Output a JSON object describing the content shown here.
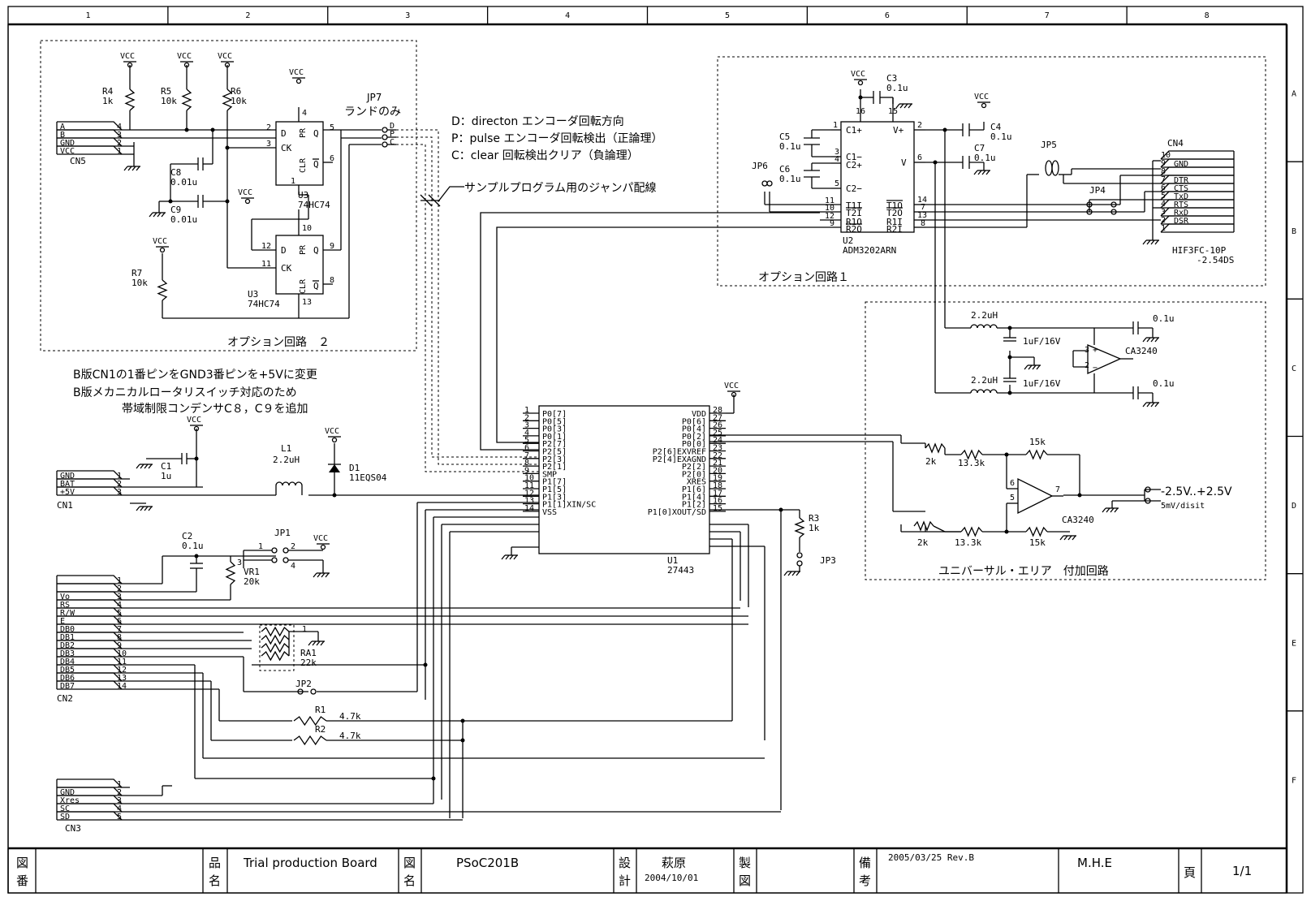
{
  "frame": {
    "cols": [
      "1",
      "2",
      "3",
      "4",
      "5",
      "6",
      "7",
      "8"
    ],
    "rows": [
      "A",
      "B",
      "C",
      "D",
      "E",
      "F"
    ]
  },
  "title_block": {
    "zuban_label": "図番",
    "hinmei_label": "品名",
    "hinmei_value": "Trial production Board",
    "zumei_label": "図名",
    "zumei_value": "PSoC201B",
    "sekkei_label": "設計",
    "sekkei_name": "萩原",
    "sekkei_date": "2004/10/01",
    "seizu_label": "製図",
    "biko_label": "備考",
    "biko_value": "2005/03/25 Rev.B",
    "company": "M.H.E",
    "page_label": "頁",
    "page_value": "1/1"
  },
  "notes": {
    "jp7_title": "JP7",
    "jp7_sub": "ランドのみ",
    "legend_d": "D：directon エンコーダ回転方向",
    "legend_p": "P：pulse エンコーダ回転検出（正論理）",
    "legend_c": "C：clear 回転検出クリア（負論理）",
    "jumper_note": "サンプルプログラム用のジャンパ配線",
    "rev_note_1": "B版CN1の1番ピンをGND3番ピンを+5Vに変更",
    "rev_note_2": "B版メカニカルロータリスイッチ対応のため",
    "rev_note_3": "帯域制限コンデンサC８，C９を追加",
    "opt1_title": "オプション回路１",
    "opt2_title": "オプション回路　２",
    "univ_title": "ユニバーサル・エリア　付加回路",
    "out_range": "-2.5V..+2.5V",
    "out_scale": "5mV/disit"
  },
  "parts": {
    "vcc": "VCC",
    "u1_name": "U1",
    "u1_part": "27443",
    "u2_name": "U2",
    "u2_part": "ADM3202ARN",
    "u3_name": "U3",
    "u3_part": "74HC74",
    "cn1": "CN1",
    "cn2": "CN2",
    "cn3": "CN3",
    "cn4": "CN4",
    "cn5": "CN5",
    "cn4_part_1": "HIF3FC-10P",
    "cn4_part_2": "-2.54DS",
    "r4": "R4",
    "r4v": "1k",
    "r5": "R5",
    "r5v": "10k",
    "r6": "R6",
    "r6v": "10k",
    "r7": "R7",
    "r7v": "10k",
    "c8": "C8",
    "c8v": "0.01u",
    "c9": "C9",
    "c9v": "0.01u",
    "c1": "C1",
    "c1v": "1u",
    "c2": "C2",
    "c2v": "0.1u",
    "c3": "C3",
    "c3v": "0.1u",
    "c4": "C4",
    "c4v": "0.1u",
    "c5": "C5",
    "c5v": "0.1u",
    "c6": "C6",
    "c6v": "0.1u",
    "c7": "C7",
    "c7v": "0.1u",
    "l1": "L1",
    "l1v": "2.2uH",
    "d1": "D1",
    "d1v": "11EQS04",
    "r3": "R3",
    "r3v": "1k",
    "vr1": "VR1",
    "vr1v": "20k",
    "ra1": "RA1",
    "ra1v": "22k",
    "r1": "R1",
    "r1v": "4.7k",
    "r2": "R2",
    "r2v": "4.7k",
    "jp1": "JP1",
    "jp2": "JP2",
    "jp3": "JP3",
    "jp4": "JP4",
    "jp5": "JP5",
    "jp6": "JP6",
    "ind": "2.2uH",
    "cap16": "1uF/16V",
    "cap01": "0.1u",
    "ca3240": "CA3240",
    "r15k": "15k",
    "r13k": "13.3k",
    "r2k": "2k"
  },
  "u1_left_pins": [
    {
      "num": "1",
      "name": "P0[7]"
    },
    {
      "num": "2",
      "name": "P0[5]"
    },
    {
      "num": "3",
      "name": "P0[3]"
    },
    {
      "num": "4",
      "name": "P0[1]"
    },
    {
      "num": "5",
      "name": "P2[7]"
    },
    {
      "num": "6",
      "name": "P2[5]"
    },
    {
      "num": "7",
      "name": "P2[3]"
    },
    {
      "num": "8",
      "name": "P2[1]"
    },
    {
      "num": "9",
      "name": "SMP"
    },
    {
      "num": "10",
      "name": "P1[7]"
    },
    {
      "num": "11",
      "name": "P1[5]"
    },
    {
      "num": "12",
      "name": "P1[3]"
    },
    {
      "num": "13",
      "name": "P1[1]XIN/SC"
    },
    {
      "num": "14",
      "name": "VSS"
    }
  ],
  "u1_right_pins": [
    {
      "num": "28",
      "name": "VDD"
    },
    {
      "num": "27",
      "name": "P0[6]"
    },
    {
      "num": "26",
      "name": "P0[4]"
    },
    {
      "num": "25",
      "name": "P0[2]"
    },
    {
      "num": "24",
      "name": "P0[0]"
    },
    {
      "num": "23",
      "name": "P2[6]EXVREF"
    },
    {
      "num": "22",
      "name": "P2[4]EXAGND"
    },
    {
      "num": "21",
      "name": "P2[2]"
    },
    {
      "num": "20",
      "name": "P2[0]"
    },
    {
      "num": "19",
      "name": "XRES"
    },
    {
      "num": "18",
      "name": "P1[6]"
    },
    {
      "num": "17",
      "name": "P1[4]"
    },
    {
      "num": "16",
      "name": "P1[2]"
    },
    {
      "num": "15",
      "name": "P1[0]XOUT/SD"
    }
  ],
  "u2_pins": {
    "left": [
      {
        "num": "1",
        "name": "C1+"
      },
      {
        "num": "3",
        "name": "C1-"
      },
      {
        "num": "4",
        "name": "C2+"
      },
      {
        "num": "5",
        "name": "C2-"
      },
      {
        "num": "11",
        "name": "T1I"
      },
      {
        "num": "10",
        "name": "T2I"
      },
      {
        "num": "12",
        "name": "R1O"
      },
      {
        "num": "9",
        "name": "R2O"
      }
    ],
    "right": [
      {
        "num": "2",
        "name": "V+"
      },
      {
        "num": "6",
        "name": "V"
      },
      {
        "num": "14",
        "name": "T1O"
      },
      {
        "num": "7",
        "name": "T2O"
      },
      {
        "num": "13",
        "name": "R1I"
      },
      {
        "num": "8",
        "name": "R2I"
      }
    ],
    "top": [
      {
        "num": "16"
      },
      {
        "num": "15"
      }
    ]
  },
  "cn5_pins": [
    {
      "n": "4",
      "s": "A"
    },
    {
      "n": "3",
      "s": "B"
    },
    {
      "n": "2",
      "s": "GND"
    },
    {
      "n": "1",
      "s": "VCC"
    }
  ],
  "cn1_pins": [
    {
      "n": "1",
      "s": "GND"
    },
    {
      "n": "2",
      "s": "BAT"
    },
    {
      "n": "3",
      "s": "+5V"
    }
  ],
  "cn2_pins": [
    {
      "n": "1",
      "s": ""
    },
    {
      "n": "2",
      "s": ""
    },
    {
      "n": "3",
      "s": "Vo"
    },
    {
      "n": "4",
      "s": "RS"
    },
    {
      "n": "5",
      "s": "R/W"
    },
    {
      "n": "6",
      "s": "E"
    },
    {
      "n": "7",
      "s": "DB0"
    },
    {
      "n": "8",
      "s": "DB1"
    },
    {
      "n": "9",
      "s": "DB2"
    },
    {
      "n": "10",
      "s": "DB3"
    },
    {
      "n": "11",
      "s": "DB4"
    },
    {
      "n": "12",
      "s": "DB5"
    },
    {
      "n": "13",
      "s": "DB6"
    },
    {
      "n": "14",
      "s": "DB7"
    }
  ],
  "cn3_pins": [
    {
      "n": "1",
      "s": ""
    },
    {
      "n": "2",
      "s": "GND"
    },
    {
      "n": "3",
      "s": "Xres"
    },
    {
      "n": "4",
      "s": "SC"
    },
    {
      "n": "5",
      "s": "SD"
    }
  ],
  "cn4_pins": [
    {
      "n": "10",
      "s": ""
    },
    {
      "n": "9",
      "s": "GND"
    },
    {
      "n": "8",
      "s": ""
    },
    {
      "n": "7",
      "s": "DTR"
    },
    {
      "n": "6",
      "s": "CTS"
    },
    {
      "n": "5",
      "s": "TxD"
    },
    {
      "n": "4",
      "s": "RTS"
    },
    {
      "n": "3",
      "s": "RxD"
    },
    {
      "n": "2",
      "s": "DSR"
    },
    {
      "n": "1",
      "s": ""
    }
  ],
  "ff_labels": {
    "d": "D",
    "ck": "CK",
    "q": "Q",
    "qn": "Q",
    "pr": "PR",
    "clr": "CLR"
  },
  "jp7_pins": [
    "D",
    "P",
    "C"
  ]
}
